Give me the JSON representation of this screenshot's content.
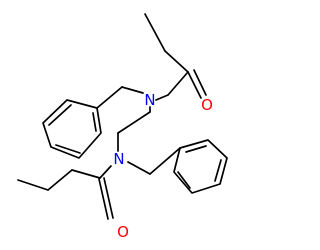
{
  "molecule": {
    "colors": {
      "bond": "#000000",
      "nitrogen": "#0000ff",
      "oxygen": "#ff0000",
      "background": "#ffffff"
    },
    "atoms": {
      "n1": "N",
      "n2": "N",
      "o1": "O",
      "o2": "O"
    }
  }
}
